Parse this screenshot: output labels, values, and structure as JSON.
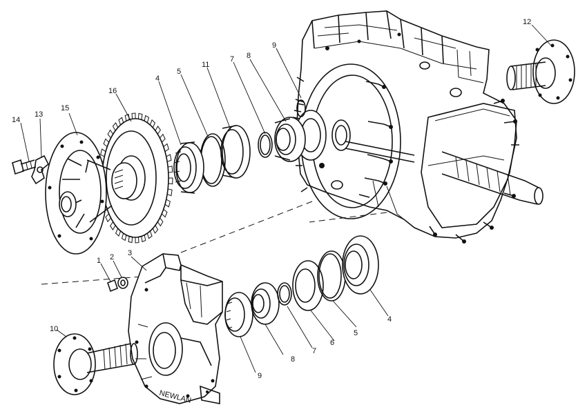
{
  "callouts": [
    {
      "id": "c14",
      "text": "14"
    },
    {
      "id": "c13",
      "text": "13"
    },
    {
      "id": "c15",
      "text": "15"
    },
    {
      "id": "c16",
      "text": "16"
    },
    {
      "id": "c4a",
      "text": "4"
    },
    {
      "id": "c5a",
      "text": "5"
    },
    {
      "id": "c11",
      "text": "11"
    },
    {
      "id": "c7a",
      "text": "7"
    },
    {
      "id": "c8a",
      "text": "8"
    },
    {
      "id": "c9a",
      "text": "9"
    },
    {
      "id": "c12",
      "text": "12"
    },
    {
      "id": "c1",
      "text": "1"
    },
    {
      "id": "c2",
      "text": "2"
    },
    {
      "id": "c3",
      "text": "3"
    },
    {
      "id": "c10",
      "text": "10"
    },
    {
      "id": "c9b",
      "text": "9"
    },
    {
      "id": "c8b",
      "text": "8"
    },
    {
      "id": "c7b",
      "text": "7"
    },
    {
      "id": "c6",
      "text": "6"
    },
    {
      "id": "c5b",
      "text": "5"
    },
    {
      "id": "c4b",
      "text": "4"
    }
  ],
  "housing_cast_text": "NEWLAN"
}
